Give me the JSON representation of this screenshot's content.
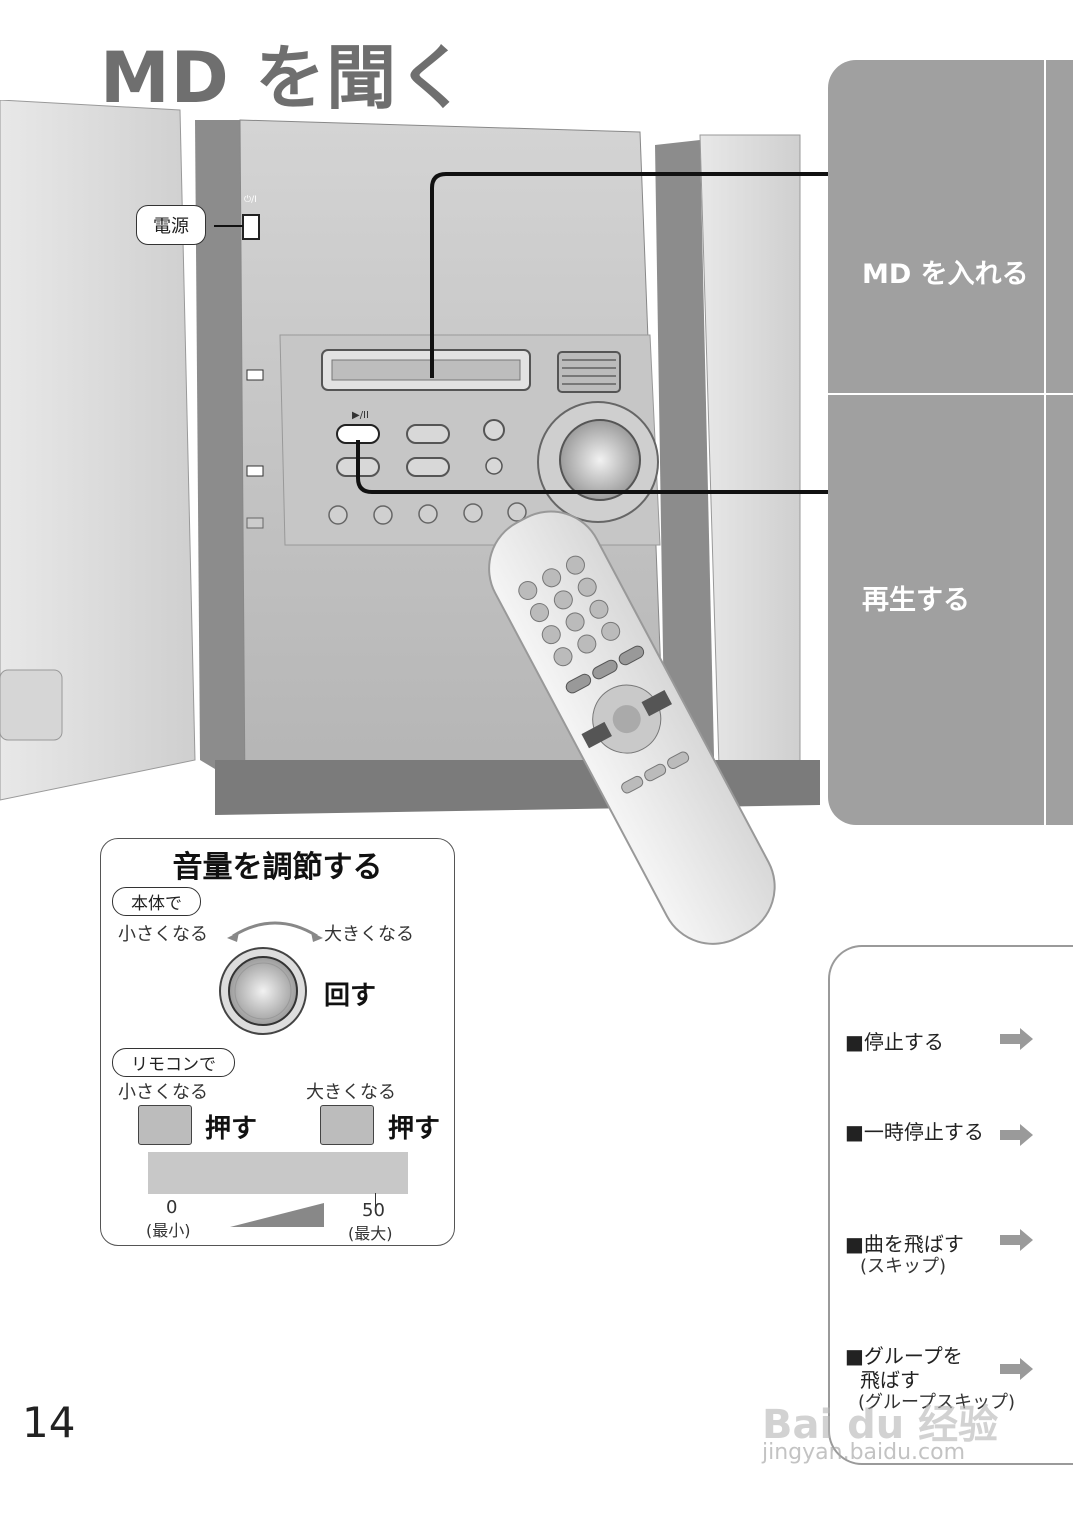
{
  "page": {
    "title": "MD を聞く",
    "page_number": "14"
  },
  "steps": [
    {
      "label": "MD を入れる"
    },
    {
      "label": "再生する"
    }
  ],
  "device": {
    "power_label": "電源",
    "power_symbol": "⏻/I",
    "play_symbol": "▶/II"
  },
  "volume": {
    "title": "音量を調節する",
    "unit_pill": "本体で",
    "quieter": "小さくなる",
    "louder": "大きくなる",
    "turn": "回す",
    "remote_pill": "リモコンで",
    "remote_quieter": "小さくなる",
    "remote_louder": "大きくなる",
    "press_left": "押す",
    "press_right": "押す",
    "scale_min": "0",
    "scale_min_note": "(最小)",
    "scale_max": "50",
    "scale_max_note": "(最大)"
  },
  "operations": [
    {
      "label": "■停止する",
      "sub": ""
    },
    {
      "label": "■一時停止する",
      "sub": ""
    },
    {
      "label": "■曲を飛ばす",
      "sub": "(スキップ)"
    },
    {
      "label": "■グループを",
      "label2": "飛ばす",
      "sub": "(グループスキップ)"
    }
  ],
  "watermark": {
    "brand": "Bai du 经验",
    "url": "jingyan.baidu.com"
  },
  "colors": {
    "panel_grey": "#a0a0a0",
    "title_grey": "#6f6f6f",
    "device_grey": "#b8b8b8"
  }
}
